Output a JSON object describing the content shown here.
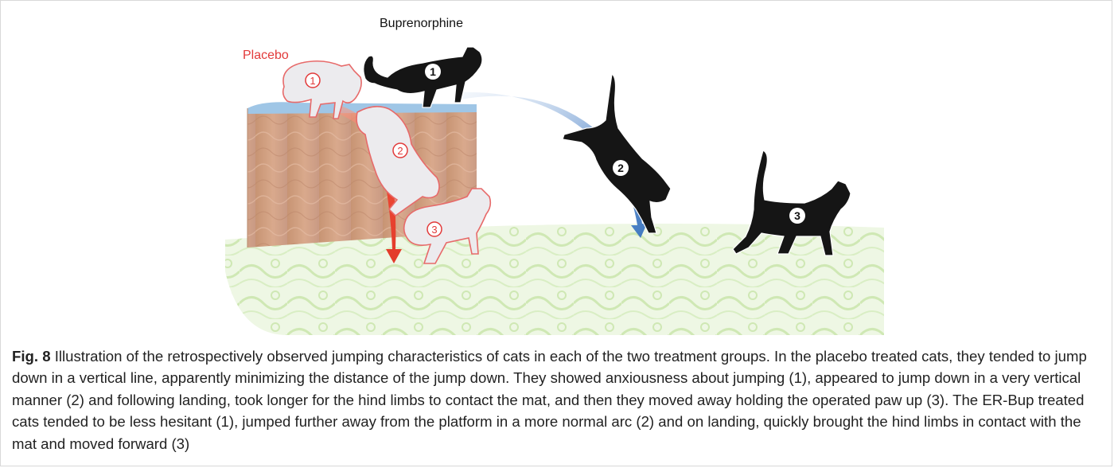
{
  "figure": {
    "labels": {
      "placebo": "Placebo",
      "buprenorphine": "Buprenorphine"
    },
    "cat_numbers": [
      "1",
      "2",
      "3"
    ],
    "colors": {
      "placebo_red": "#e23a3a",
      "buprenorphine_blue": "#4a7fc0",
      "platform_tan": "#c99a7c",
      "mat_green": "#cfe8b4",
      "cat_black": "#111111",
      "cat_pale": "#e9e9ec"
    }
  },
  "caption": {
    "label": "Fig. 8",
    "text": " Illustration of the retrospectively observed jumping characteristics of cats in each of the two treatment groups. In the placebo treated cats, they tended to jump down in a vertical line, apparently minimizing the distance of the jump down. They showed anxiousness about jumping (1), appeared to jump down in a very vertical manner (2) and following landing, took longer for the hind limbs to contact the mat, and then they moved away holding the operated paw up (3). The ER-Bup treated cats tended to be less hesitant (1), jumped further away from the platform in a more normal arc (2) and on landing, quickly brought the hind limbs in contact with the mat and moved forward (3)"
  }
}
